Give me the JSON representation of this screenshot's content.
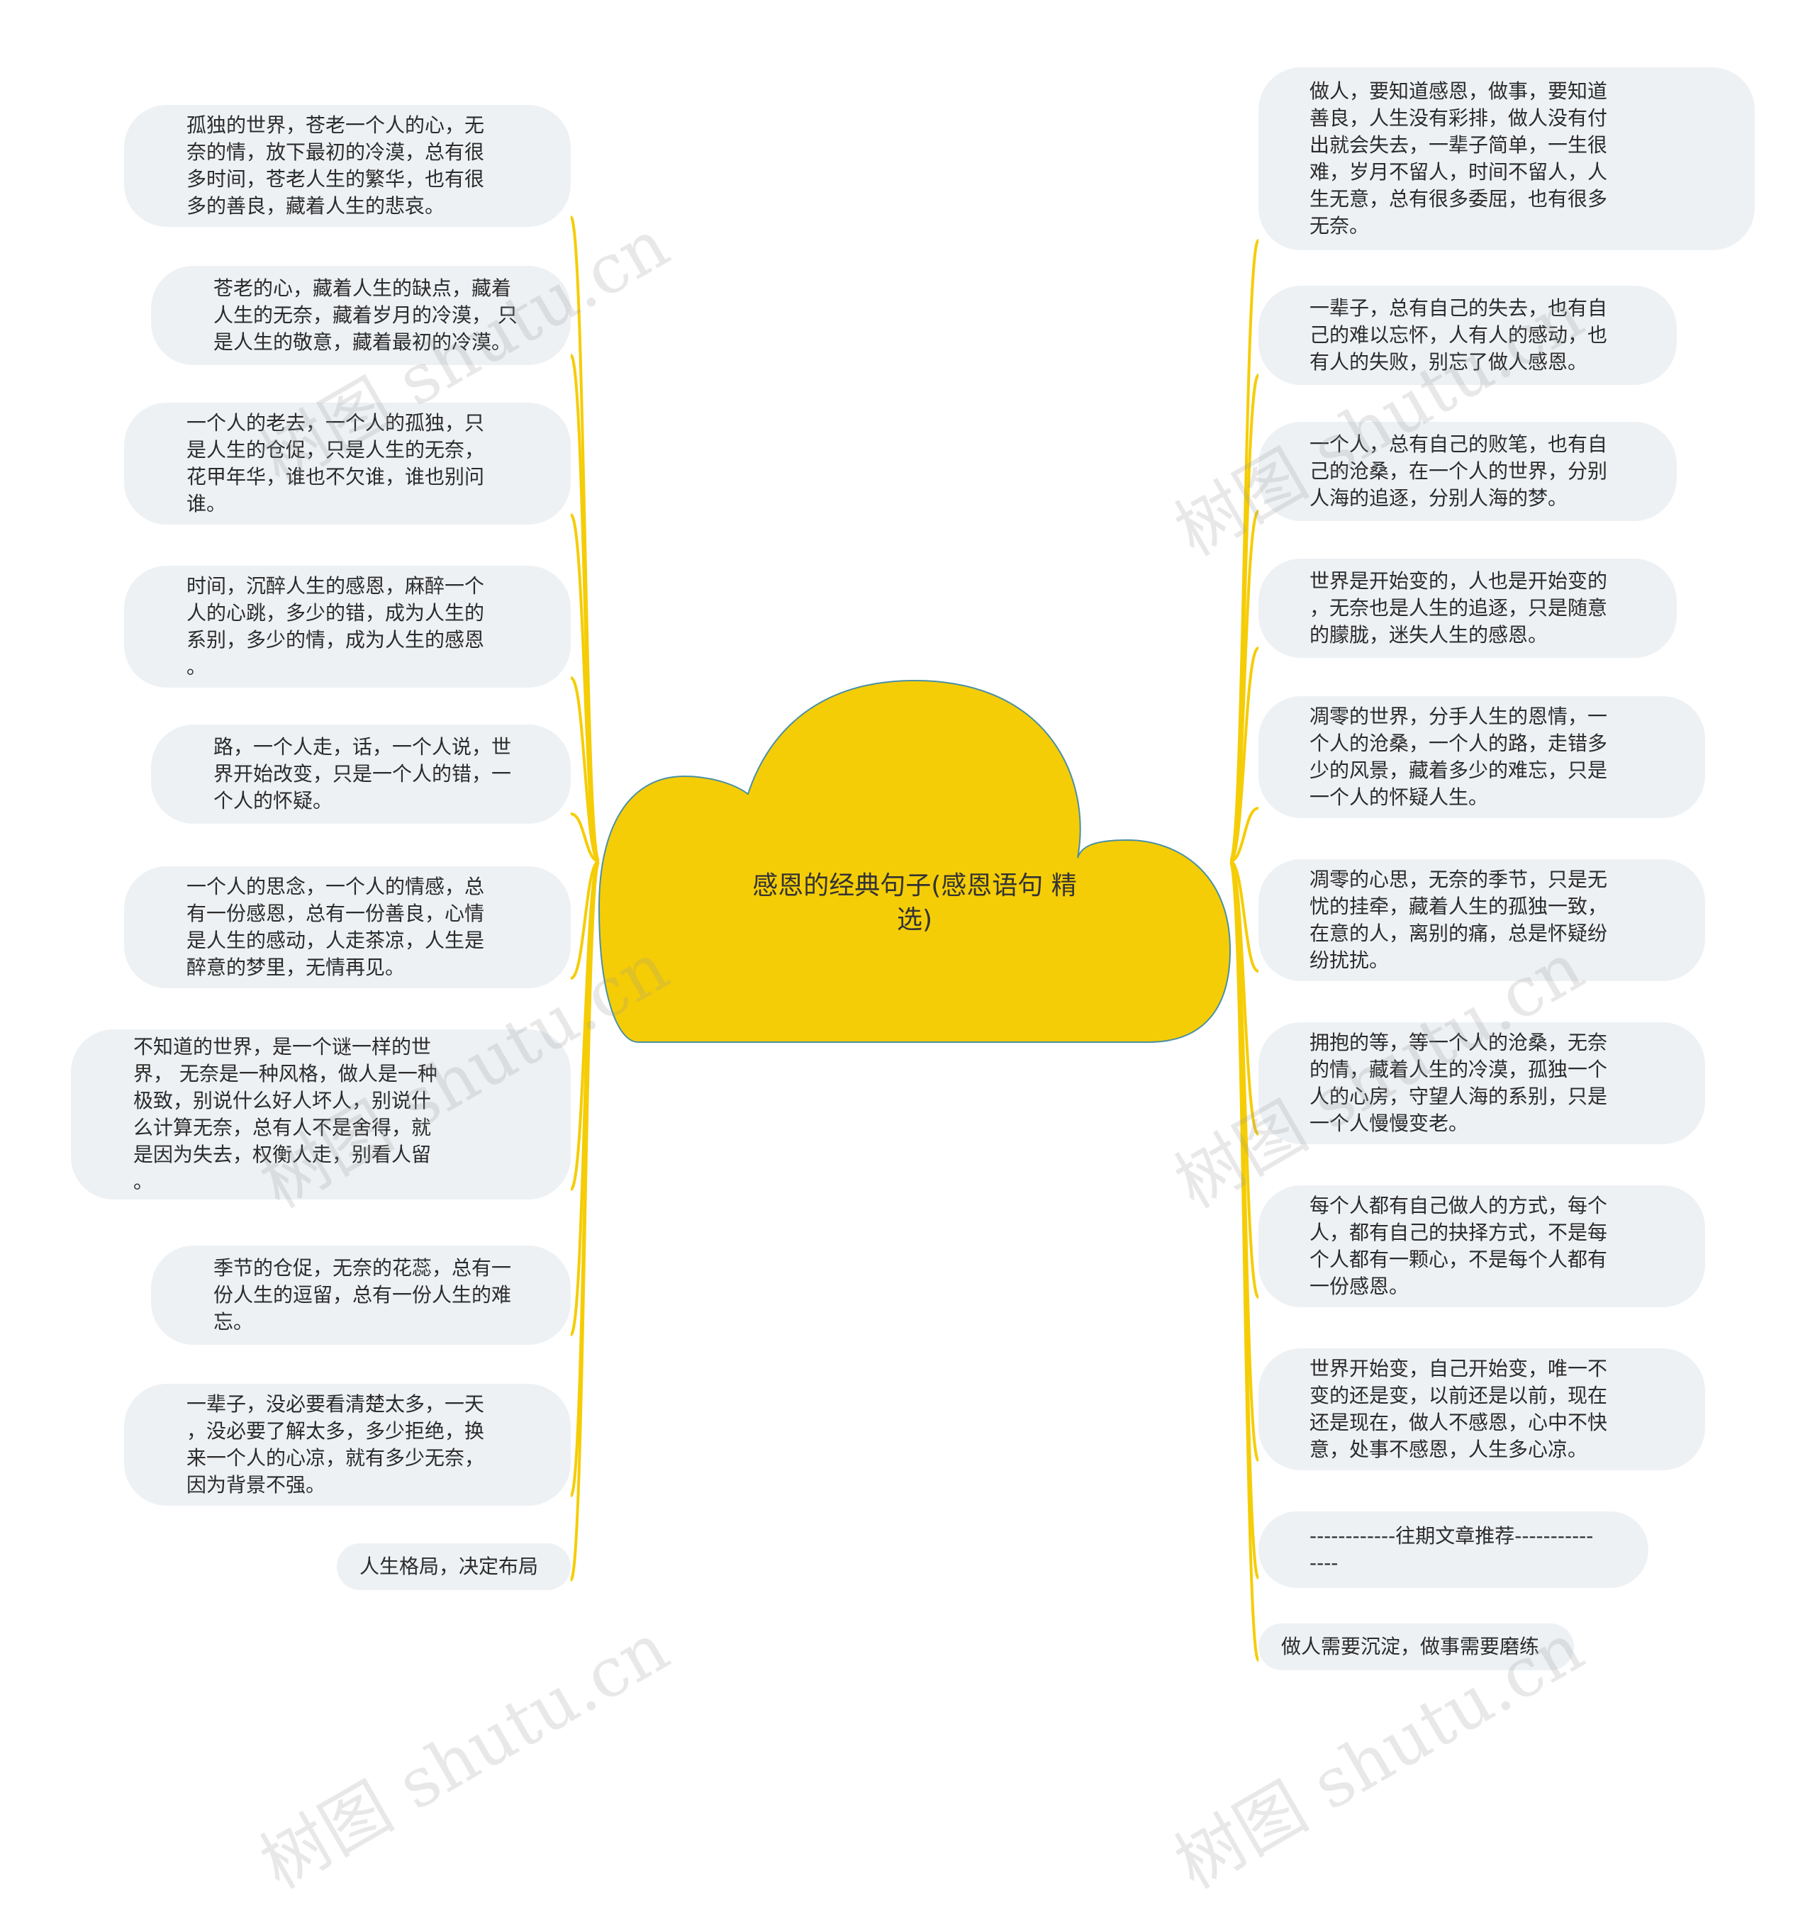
{
  "colors": {
    "center_fill": "#f5cd06",
    "center_stroke": "#4a90a4",
    "branch": "#f5cd06",
    "node_bg": "#eef1f4",
    "text": "#2b2b2b"
  },
  "center": {
    "label": "感恩的经典句子(感恩语句\n精选)"
  },
  "left_nodes": [
    {
      "text": "孤独的世界，苍老一个人的心，无\n奈的情，放下最初的冷漠，总有很\n多时间，苍老人生的繁华，也有很\n多的善良，藏着人生的悲哀。"
    },
    {
      "text": "苍老的心，藏着人生的缺点，藏着\n人生的无奈，藏着岁月的冷漠， 只\n是人生的敬意，藏着最初的冷漠。"
    },
    {
      "text": "一个人的老去，一个人的孤独，只\n是人生的仓促，只是人生的无奈，\n花甲年华，谁也不欠谁，谁也别问\n谁。"
    },
    {
      "text": "时间，沉醉人生的感恩，麻醉一个\n人的心跳，多少的错，成为人生的\n系别，多少的情，成为人生的感恩\n。"
    },
    {
      "text": "路，一个人走，话，一个人说，世\n界开始改变，只是一个人的错，一\n个人的怀疑。"
    },
    {
      "text": "一个人的思念，一个人的情感，总\n有一份感恩，总有一份善良，心情\n是人生的感动，人走茶凉，人生是\n醉意的梦里，无情再见。"
    },
    {
      "text": "不知道的世界，是一个谜一样的世\n界， 无奈是一种风格，做人是一种\n极致，别说什么好人坏人，别说什\n么计算无奈，总有人不是舍得，就\n是因为失去，权衡人走，别看人留\n。"
    },
    {
      "text": "季节的仓促，无奈的花蕊，总有一\n份人生的逗留，总有一份人生的难\n忘。"
    },
    {
      "text": "一辈子，没必要看清楚太多，一天\n，没必要了解太多，多少拒绝，换\n来一个人的心凉，就有多少无奈，\n因为背景不强。"
    },
    {
      "text": "人生格局，决定布局"
    }
  ],
  "right_nodes": [
    {
      "text": "做人，要知道感恩，做事，要知道\n善良，人生没有彩排，做人没有付\n出就会失去，一辈子简单，一生很\n难，岁月不留人，时间不留人，人\n生无意，总有很多委屈，也有很多\n无奈。"
    },
    {
      "text": "一辈子，总有自己的失去，也有自\n己的难以忘怀，人有人的感动，也\n有人的失败，别忘了做人感恩。"
    },
    {
      "text": "一个人，总有自己的败笔，也有自\n己的沧桑，在一个人的世界，分别\n人海的追逐，分别人海的梦。"
    },
    {
      "text": "世界是开始变的，人也是开始变的\n，无奈也是人生的追逐，只是随意\n的朦胧，迷失人生的感恩。"
    },
    {
      "text": "凋零的世界，分手人生的恩情，一\n个人的沧桑，一个人的路，走错多\n少的风景，藏着多少的难忘，只是\n一个人的怀疑人生。"
    },
    {
      "text": "凋零的心思，无奈的季节，只是无\n忧的挂牵，藏着人生的孤独一致，\n在意的人，离别的痛，总是怀疑纷\n纷扰扰。"
    },
    {
      "text": "拥抱的等，等一个人的沧桑，无奈\n的情，藏着人生的冷漠，孤独一个\n人的心房，守望人海的系别，只是\n一个人慢慢变老。"
    },
    {
      "text": "每个人都有自己做人的方式，每个\n人，都有自己的抉择方式，不是每\n个人都有一颗心，不是每个人都有\n一份感恩。"
    },
    {
      "text": "世界开始变，自己开始变，唯一不\n变的还是变，以前还是以前，现在\n还是现在，做人不感恩，心中不快\n意，处事不感恩，人生多心凉。"
    },
    {
      "text": "------------往期文章推荐-----------\n----"
    },
    {
      "text": "做人需要沉淀，做事需要磨练"
    }
  ],
  "watermark": {
    "text": "树图 shutu.cn"
  }
}
